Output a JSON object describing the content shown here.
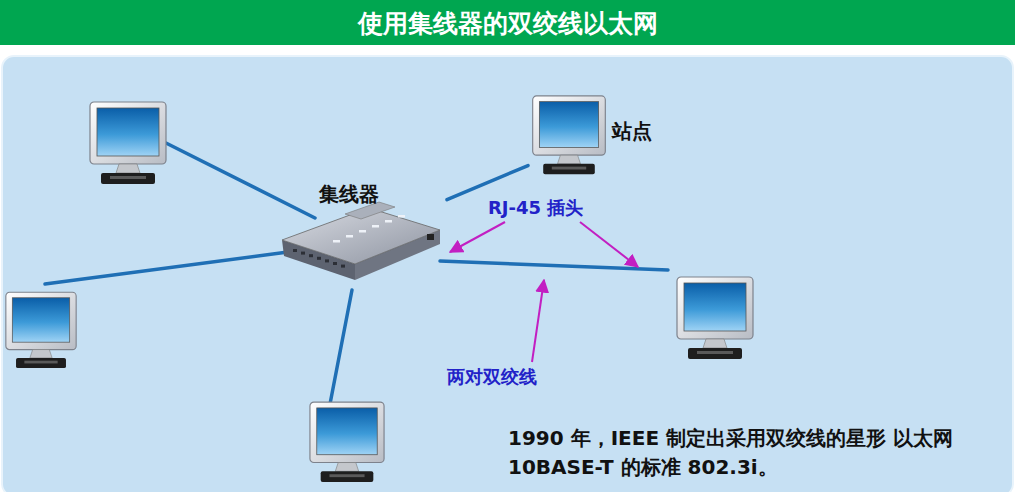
{
  "diagram": {
    "title": "使用集线器的双绞线以太网",
    "nodes": [
      {
        "text": [
          "集线器"
        ]
      },
      {
        "text": [
          "站点"
        ]
      }
    ],
    "edges": [
      {
        "from": 0,
        "to": 1,
        "arrow": "none"
      }
    ],
    "labels": [
      "RJ-45 插头",
      "两对双绞线",
      "1990 年，IEEE 制定出采用双绞线的星形 以太网 10BASE-T 的标准 802.3i。"
    ]
  }
}
